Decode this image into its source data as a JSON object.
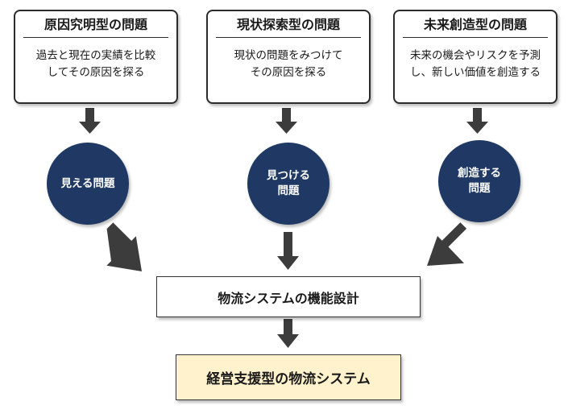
{
  "problems": [
    {
      "title": "原因究明型の問題",
      "description_lines": [
        "過去と現在の実績を比較",
        "してその原因を探る"
      ],
      "category_lines": [
        "見える問題"
      ]
    },
    {
      "title": "現状探索型の問題",
      "description_lines": [
        "現状の問題をみつけて",
        "その原因を探る"
      ],
      "category_lines": [
        "見つける",
        "問題"
      ]
    },
    {
      "title": "未来創造型の問題",
      "description_lines": [
        "未来の機会やリスクを予測",
        "し、新しい価値を創造する"
      ],
      "category_lines": [
        "創造する",
        "問題"
      ]
    }
  ],
  "design": {
    "label": "物流システムの機能設計"
  },
  "result": {
    "label": "経営支援型の物流システム"
  },
  "colors": {
    "circle_fill": "#1f3864",
    "arrow": "#3c3c3c",
    "result_fill": "#fff2cc",
    "border": "#2b2b2b"
  }
}
